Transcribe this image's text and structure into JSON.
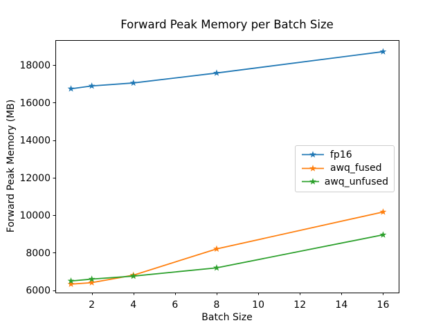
{
  "chart_data": {
    "type": "line",
    "title": "Forward Peak Memory per Batch Size",
    "xlabel": "Batch Size",
    "ylabel": "Forward Peak Memory (MB)",
    "x": [
      1,
      2,
      4,
      8,
      16
    ],
    "series": [
      {
        "name": "fp16",
        "color": "#1f77b4",
        "values": [
          16740,
          16890,
          17050,
          17580,
          18720
        ]
      },
      {
        "name": "awq_fused",
        "color": "#ff7f0e",
        "values": [
          6320,
          6400,
          6800,
          8200,
          10170
        ]
      },
      {
        "name": "awq_unfused",
        "color": "#2ca02c",
        "values": [
          6490,
          6590,
          6750,
          7190,
          8950
        ]
      }
    ],
    "marker": "star",
    "xlim": [
      0.25,
      16.75
    ],
    "ylim": [
      5871,
      19335
    ],
    "xticks": [
      2,
      4,
      6,
      8,
      10,
      12,
      14,
      16
    ],
    "xtick_labels": [
      "2",
      "4",
      "6",
      "8",
      "10",
      "12",
      "14",
      "16"
    ],
    "yticks": [
      6000,
      8000,
      10000,
      12000,
      14000,
      16000,
      18000
    ],
    "ytick_labels": [
      "6000",
      "8000",
      "10000",
      "12000",
      "14000",
      "16000",
      "18000"
    ],
    "grid": false,
    "legend_position": "center-right",
    "colors": {
      "background": "#ffffff",
      "axes": "#000000",
      "legend_border": "#cccccc"
    }
  }
}
